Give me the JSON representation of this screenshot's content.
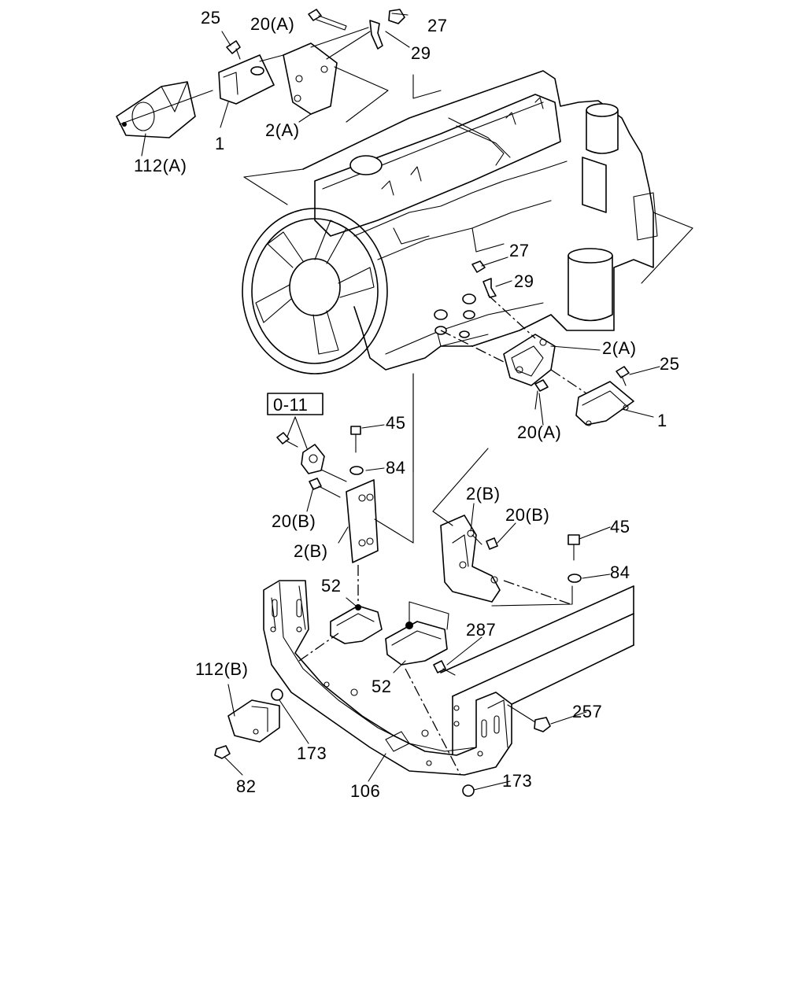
{
  "diagram": {
    "callouts": {
      "c25_top": "25",
      "c20a_top": "20(A)",
      "c27_top": "27",
      "c29_top": "29",
      "c2a_top": "2(A)",
      "c1_top": "1",
      "c112a": "112(A)",
      "c27_mid": "27",
      "c29_mid": "29",
      "c2a_mid": "2(A)",
      "c25_mid": "25",
      "c1_mid": "1",
      "c20a_mid": "20(A)",
      "c011": "0-11",
      "c45_left": "45",
      "c84_left": "84",
      "c20b_left": "20(B)",
      "c2b_left": "2(B)",
      "c2b_right": "2(B)",
      "c20b_right": "20(B)",
      "c45_right": "45",
      "c84_right": "84",
      "c52_left": "52",
      "c287": "287",
      "c52_right": "52",
      "c112b": "112(B)",
      "c257": "257",
      "c173_left": "173",
      "c173_right": "173",
      "c82": "82",
      "c106": "106"
    }
  }
}
